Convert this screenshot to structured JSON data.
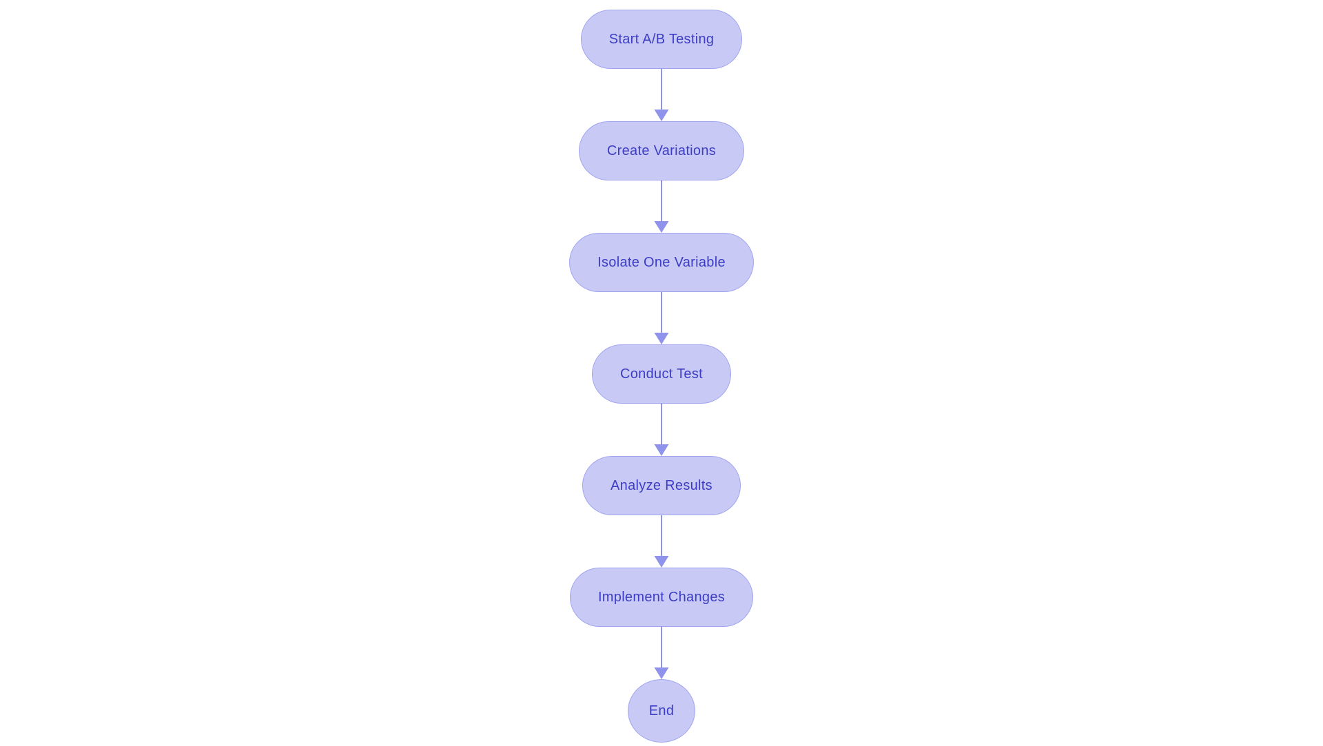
{
  "flowchart": {
    "direction": "top-to-bottom",
    "nodes": [
      {
        "label": "Start A/B Testing",
        "shape": "stadium"
      },
      {
        "label": "Create Variations",
        "shape": "stadium"
      },
      {
        "label": "Isolate One Variable",
        "shape": "stadium"
      },
      {
        "label": "Conduct Test",
        "shape": "stadium"
      },
      {
        "label": "Analyze Results",
        "shape": "stadium"
      },
      {
        "label": "Implement Changes",
        "shape": "stadium"
      },
      {
        "label": "End",
        "shape": "circle"
      }
    ],
    "edges": [
      {
        "from": "Start A/B Testing",
        "to": "Create Variations"
      },
      {
        "from": "Create Variations",
        "to": "Isolate One Variable"
      },
      {
        "from": "Isolate One Variable",
        "to": "Conduct Test"
      },
      {
        "from": "Conduct Test",
        "to": "Analyze Results"
      },
      {
        "from": "Analyze Results",
        "to": "Implement Changes"
      },
      {
        "from": "Implement Changes",
        "to": "End"
      }
    ]
  },
  "palette": {
    "background": "#ffffff",
    "node-fill": "#c8caf5",
    "node-border": "#a0a4ee",
    "node-text": "#3c3dc4",
    "arrow": "#8f93ec"
  }
}
